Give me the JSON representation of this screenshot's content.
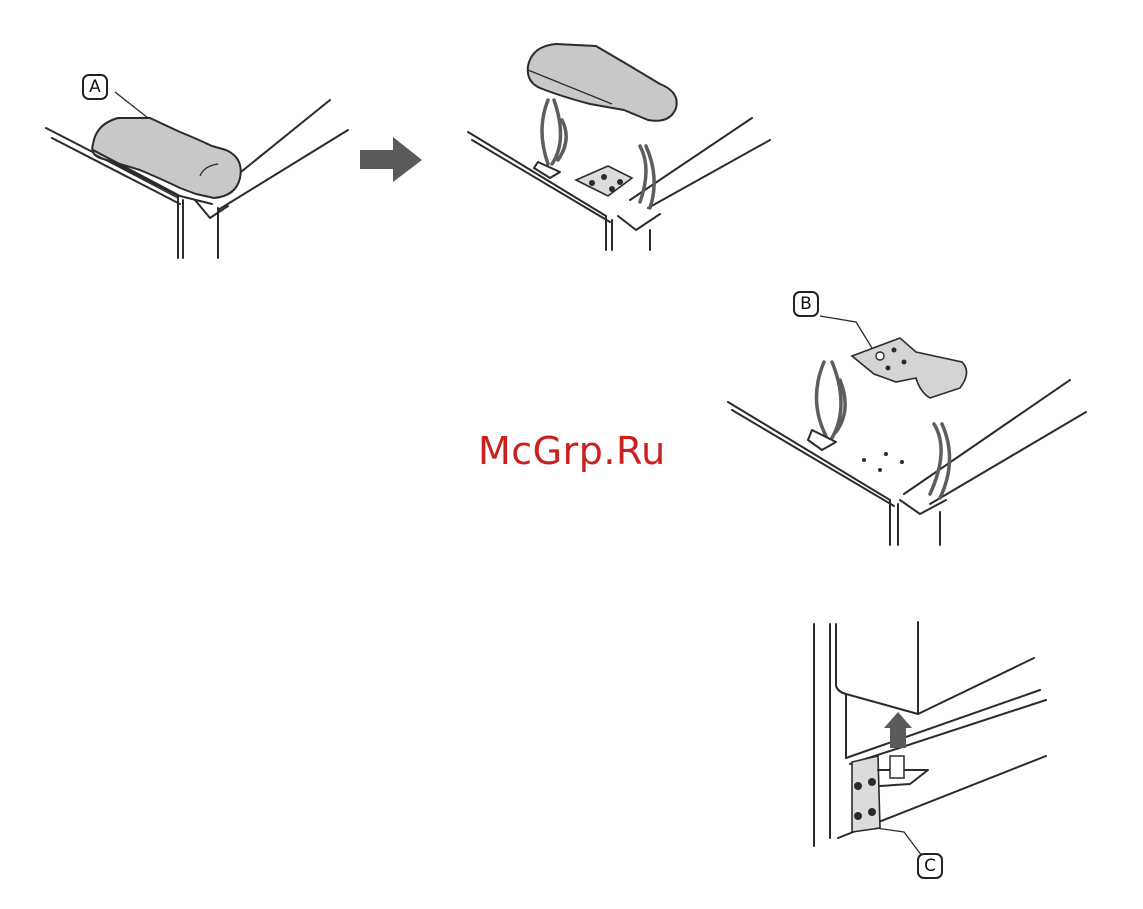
{
  "callouts": {
    "a": "A",
    "b": "B",
    "c": "C"
  },
  "watermark": "McGrp.Ru",
  "colors": {
    "line": "#2b2b2b",
    "cover_fill": "#c8c8c8",
    "arrow_fill": "#5a5a5a",
    "watermark": "#cc1f1f"
  },
  "icons": [
    "hinge-cover",
    "right-arrow",
    "wire-harness",
    "hinge-bracket",
    "up-arrow",
    "lower-hinge"
  ]
}
